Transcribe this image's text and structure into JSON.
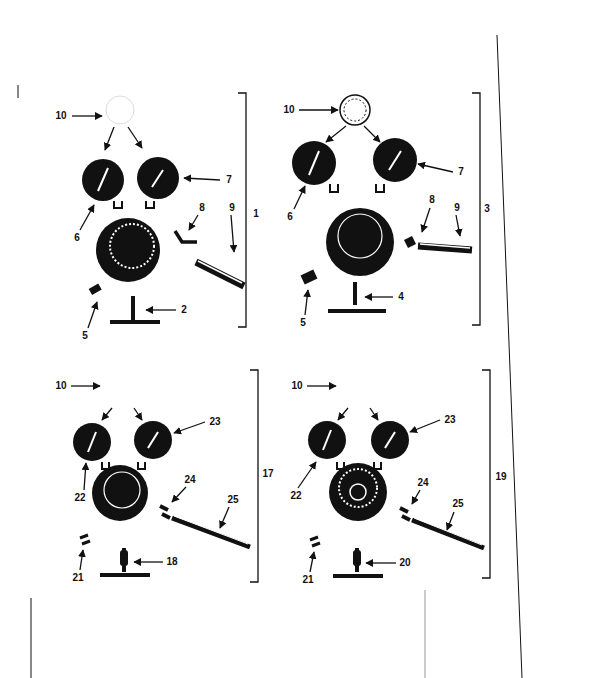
{
  "diagram": {
    "labels": [
      "10",
      "7",
      "6",
      "8",
      "9",
      "1",
      "5",
      "2",
      "10",
      "7",
      "6",
      "8",
      "9",
      "3",
      "5",
      "4",
      "10",
      "23",
      "22",
      "24",
      "25",
      "17",
      "21",
      "18",
      "10",
      "23",
      "22",
      "24",
      "25",
      "19",
      "21",
      "20"
    ]
  }
}
